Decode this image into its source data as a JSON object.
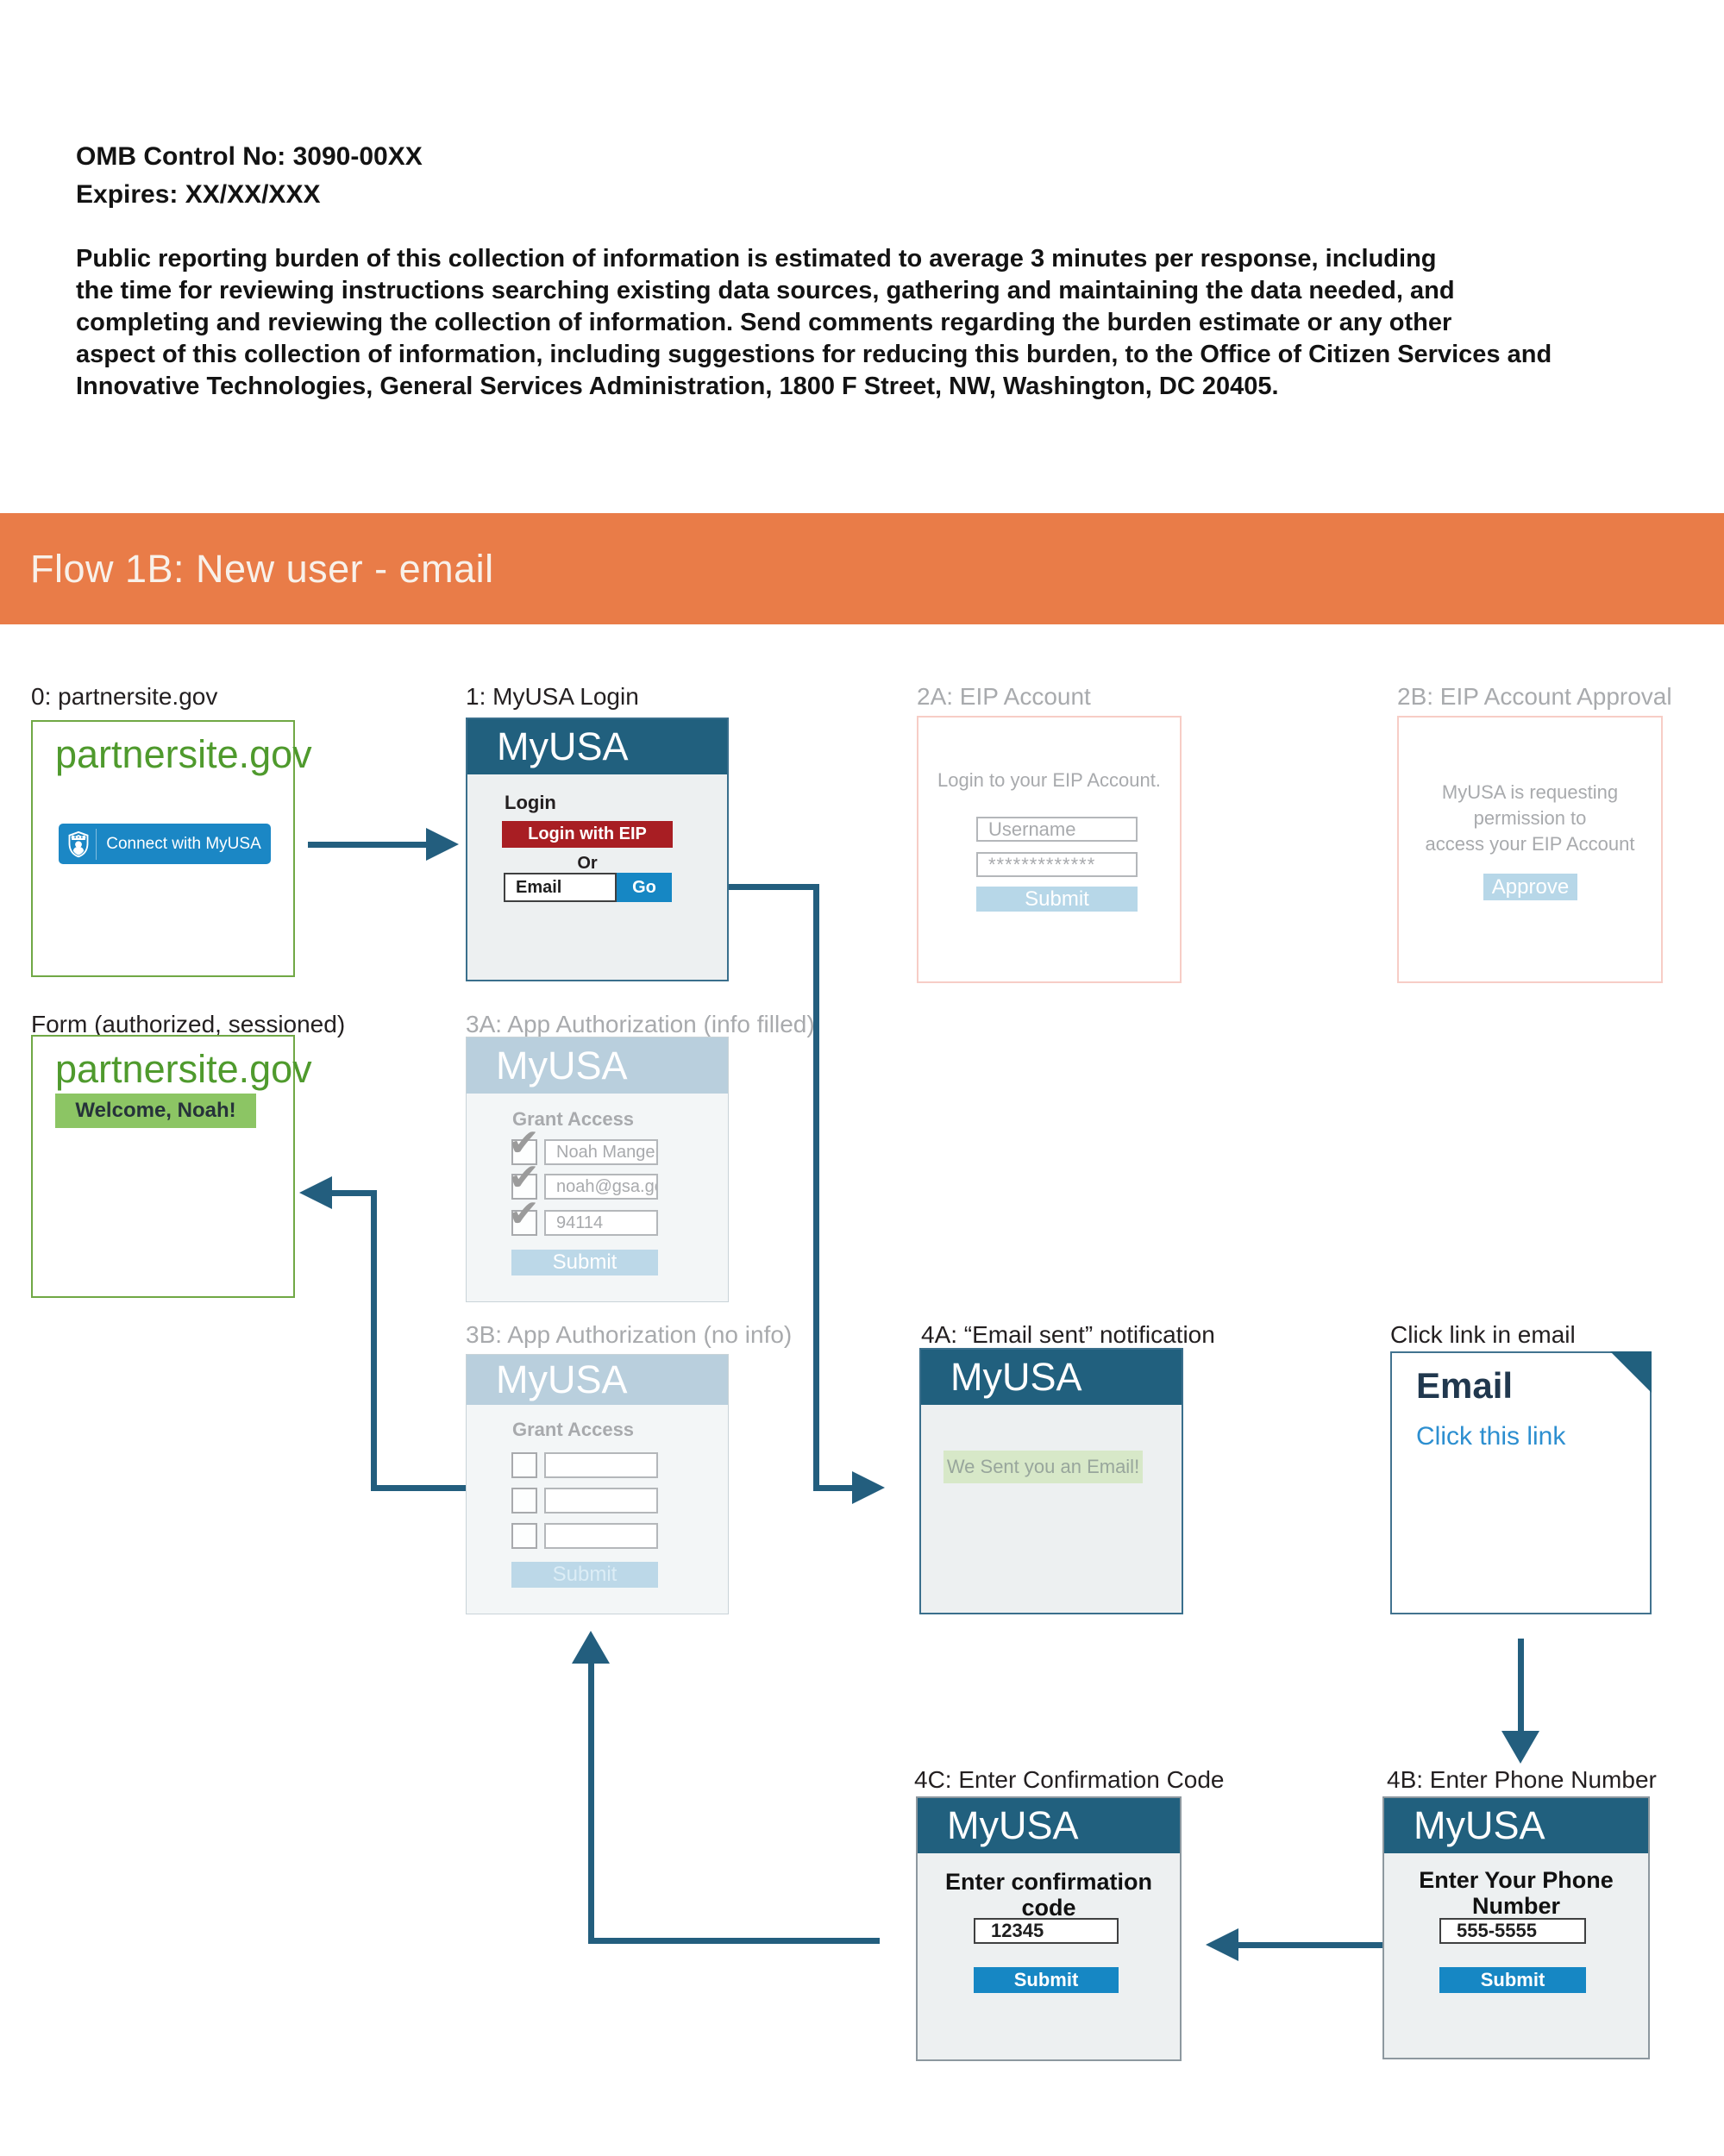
{
  "colors": {
    "banner_orange": "#e97c48",
    "teal_header": "#21607e",
    "arrow_teal": "#235e7e",
    "red_button": "#a81e23",
    "blue_button": "#1687c4",
    "green_border": "#70a845",
    "green_text": "#4f9a2d",
    "welcome_green": "#8cc564",
    "email_sent_green": "#d7e8c8",
    "faded_blue_header": "#b9cfdd",
    "faded_blue_button": "#b7d7e8",
    "pink_border": "#f7cdc6",
    "link_blue": "#2d8fd0",
    "faded_gray_text": "#a8aaad"
  },
  "omb": {
    "line1": "OMB Control No: 3090-00XX",
    "line2": "Expires: XX/XX/XXX",
    "paragraph_lines": [
      "Public reporting burden of this collection of information is estimated to average 3 minutes per response, including",
      "the time for reviewing instructions searching existing data sources, gathering and maintaining the data needed, and",
      "completing and reviewing the collection of information. Send comments regarding the burden estimate or any other",
      "aspect of this collection of information, including suggestions for reducing this burden, to the Office of Citizen Services and",
      "Innovative Technologies, General Services Administration, 1800 F Street, NW, Washington, DC 20405."
    ]
  },
  "banner": {
    "title": "Flow 1B: New user - email"
  },
  "screens": {
    "partnersite": {
      "label": "0: partnersite.gov",
      "site_name": "partnersite.gov",
      "connect_button": "Connect with MyUSA"
    },
    "myusa_login": {
      "label": "1: MyUSA Login",
      "app_title": "MyUSA",
      "login_heading": "Login",
      "eip_button": "Login with EIP",
      "or_text": "Or",
      "email_placeholder": "Email",
      "go_button": "Go"
    },
    "eip_account": {
      "label": "2A: EIP Account",
      "prompt": "Login to your EIP Account.",
      "username_placeholder": "Username",
      "password_value": "*************",
      "submit_button": "Submit"
    },
    "eip_approval": {
      "label": "2B: EIP Account Approval",
      "prompt_line1": "MyUSA is requesting permission to",
      "prompt_line2": "access your EIP Account",
      "approve_button": "Approve"
    },
    "form_done": {
      "label": "Form (authorized, sessioned)",
      "site_name": "partnersite.gov",
      "welcome_banner": "Welcome, Noah!"
    },
    "auth_filled": {
      "label": "3A: App Authorization (info filled)",
      "app_title": "MyUSA",
      "section_heading": "Grant Access",
      "fields": [
        "Noah Manger",
        "noah@gsa.gov",
        "94114"
      ],
      "submit_button": "Submit"
    },
    "auth_empty": {
      "label": "3B: App Authorization (no info)",
      "app_title": "MyUSA",
      "section_heading": "Grant Access",
      "submit_button": "Submit"
    },
    "email_sent": {
      "label": "4A: “Email sent” notification",
      "app_title": "MyUSA",
      "banner_text": "We Sent you an Email!"
    },
    "email_message": {
      "label": "Click link in email",
      "title": "Email",
      "link_text": "Click this link"
    },
    "confirm_code": {
      "label": "4C: Enter Confirmation Code",
      "app_title": "MyUSA",
      "prompt": "Enter confirmation code",
      "code_value": "12345",
      "submit_button": "Submit"
    },
    "phone_number": {
      "label": "4B: Enter Phone Number",
      "app_title": "MyUSA",
      "prompt": "Enter Your Phone Number",
      "phone_value": "555-5555",
      "submit_button": "Submit"
    }
  }
}
